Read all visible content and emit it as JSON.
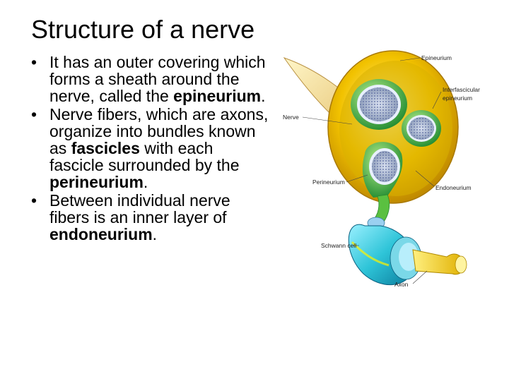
{
  "slide": {
    "title": "Structure of a nerve",
    "bullets": [
      {
        "parts": [
          {
            "text": "It has an outer covering which forms a sheath around the nerve, called the "
          },
          {
            "text": "epineurium",
            "bold": true
          },
          {
            "text": "."
          }
        ]
      },
      {
        "parts": [
          {
            "text": "Nerve fibers, which are axons, organize into bundles known as "
          },
          {
            "text": "fascicles",
            "bold": true
          },
          {
            "text": " with each fascicle surrounded by the "
          },
          {
            "text": "perineurium",
            "bold": true
          },
          {
            "text": "."
          }
        ]
      },
      {
        "parts": [
          {
            "text": "Between individual nerve fibers is an inner layer of "
          },
          {
            "text": "endoneurium",
            "bold": true
          },
          {
            "text": "."
          }
        ]
      }
    ]
  },
  "figure": {
    "labels": {
      "epineurium": "Epineurium",
      "interfascicular_1": "Interfascicular",
      "interfascicular_2": "epineurium",
      "nerve": "Nerve",
      "perineurium": "Perineurium",
      "endoneurium": "Endoneurium",
      "schwann": "Schwann cell",
      "axon": "Axon"
    },
    "colors": {
      "epineurium": "#f2c200",
      "fascicle": "#2a9a3a",
      "perineurium_ring": "#e8f0ff",
      "schwann": "#2ec4d8",
      "axon": "#f4d000"
    }
  }
}
